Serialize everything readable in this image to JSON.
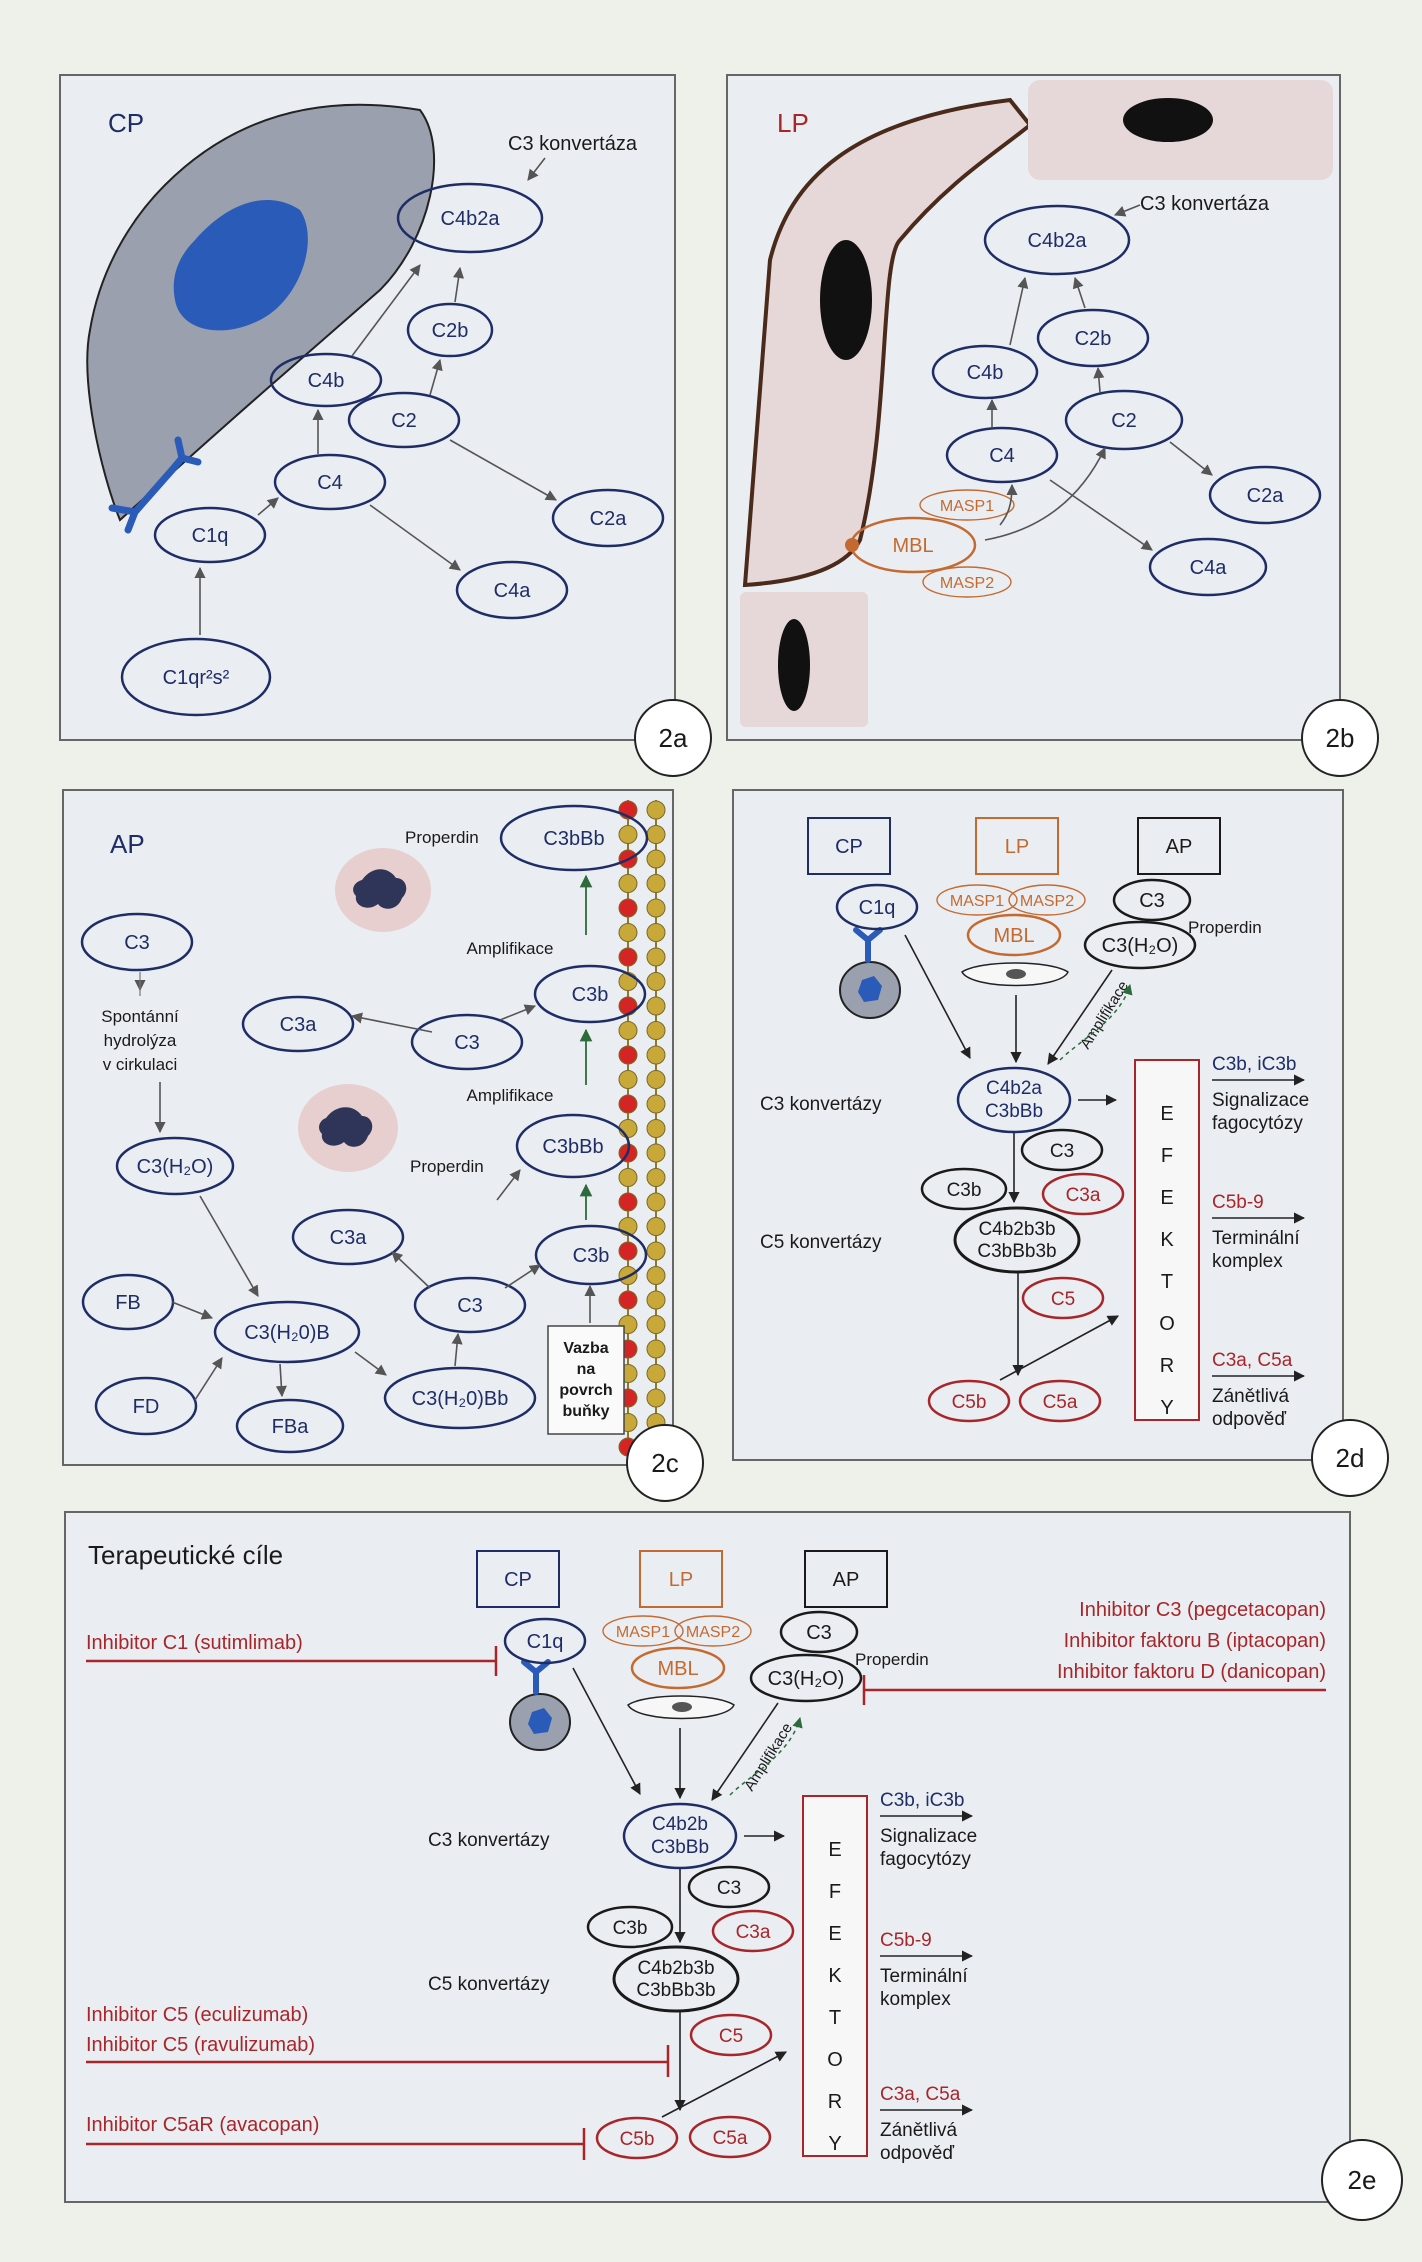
{
  "colors": {
    "navy": "#1f2d66",
    "red": "#a8262a",
    "orange": "#c46a30",
    "blue": "#2a5bb8",
    "cell": "#e6d8d8",
    "cell_grey": "#9aa0ae",
    "green": "#2e6b3a",
    "gray_line": "#555555"
  },
  "panel_2a": {
    "title": "CP",
    "number": "2a",
    "convertase_label": "C3 konvertáza",
    "nodes": {
      "c4b2a": "C4b2a",
      "c2b": "C2b",
      "c4b": "C4b",
      "c2": "C2",
      "c4": "C4",
      "c1q": "C1q",
      "c2a": "C2a",
      "c4a": "C4a",
      "c1qrs": "C1qr²s²"
    }
  },
  "panel_2b": {
    "title": "LP",
    "number": "2b",
    "convertase_label": "C3 konvertáza",
    "nodes": {
      "c4b2a": "C4b2a",
      "c4b": "C4b",
      "c2b": "C2b",
      "c4": "C4",
      "c2": "C2",
      "masp1": "MASP1",
      "mbl": "MBL",
      "masp2": "MASP2",
      "c2a": "C2a",
      "c4a": "C4a"
    }
  },
  "panel_2c": {
    "title": "AP",
    "number": "2c",
    "nodes": {
      "c3_top": "C3",
      "spontaneous": [
        "Spontánní",
        "hydrolýza",
        "v cirkulaci"
      ],
      "c3h2o": "C3(H₂O)",
      "fb": "FB",
      "fd": "FD",
      "c3h2ob": "C3(H₂0)B",
      "fba": "FBa",
      "c3h2obb": "C3(H₂0)Bb",
      "c3_mid": "C3",
      "c3a_lower": "C3a",
      "c3b_lower": "C3b",
      "c3bbb_mid": "C3bBb",
      "c3_upper": "C3",
      "c3a_upper": "C3a",
      "c3b_upper": "C3b",
      "c3bbb_top": "C3bBb",
      "amplifikace": "Amplifikace",
      "properdin": "Properdin",
      "binding": [
        "Vazba",
        "na",
        "povrch",
        "buňky"
      ]
    }
  },
  "panel_2d": {
    "number": "2d",
    "boxes": {
      "cp": "CP",
      "lp": "LP",
      "ap": "AP"
    },
    "nodes": {
      "c1q": "C1q",
      "masp1": "MASP1",
      "masp2": "MASP2",
      "mbl": "MBL",
      "c3": "C3",
      "c3h2o": "C3(H₂O)",
      "properdin": "Properdin",
      "amplifikace": "Amplifikace",
      "c3_conv_label": "C3 konvertázy",
      "c3_conv": [
        "C4b2a",
        "C3bBb"
      ],
      "c3_small": "C3",
      "c3b": "C3b",
      "c3a": "C3a",
      "c5_conv_label": "C5 konvertázy",
      "c5_conv": [
        "C4b2b3b",
        "C3bBb3b"
      ],
      "c5": "C5",
      "c5b": "C5b",
      "c5a": "C5a",
      "effectors": [
        "E",
        "F",
        "E",
        "K",
        "T",
        "O",
        "R",
        "Y"
      ]
    },
    "outputs": [
      {
        "title": "C3b, iC3b",
        "lines": [
          "Signalizace",
          "fagocytózy"
        ],
        "title_color": "navy"
      },
      {
        "title": "C5b-9",
        "lines": [
          "Terminální",
          "komplex"
        ],
        "title_color": "red"
      },
      {
        "title": "C3a, C5a",
        "lines": [
          "Zánětlivá",
          "odpověď"
        ],
        "title_color": "red"
      }
    ]
  },
  "panel_2e": {
    "title": "Terapeutické cíle",
    "number": "2e",
    "boxes": {
      "cp": "CP",
      "lp": "LP",
      "ap": "AP"
    },
    "nodes": {
      "c1q": "C1q",
      "masp1": "MASP1",
      "masp2": "MASP2",
      "mbl": "MBL",
      "c3": "C3",
      "c3h2o": "C3(H₂O)",
      "properdin": "Properdin",
      "amplifikace": "Amplifikace",
      "c3_conv_label": "C3 konvertázy",
      "c3_conv": [
        "C4b2b",
        "C3bBb"
      ],
      "c3_small": "C3",
      "c3b": "C3b",
      "c3a": "C3a",
      "c5_conv_label": "C5 konvertázy",
      "c5_conv": [
        "C4b2b3b",
        "C3bBb3b"
      ],
      "c5": "C5",
      "c5b": "C5b",
      "c5a": "C5a",
      "effectors": [
        "E",
        "F",
        "E",
        "K",
        "T",
        "O",
        "R",
        "Y"
      ]
    },
    "inhibitors": {
      "c1": "Inhibitor C1 (sutimlimab)",
      "c3": "Inhibitor C3 (pegcetacopan)",
      "fb": "Inhibitor faktoru B (iptacopan)",
      "fd": "Inhibitor faktoru D (danicopan)",
      "c5a": "Inhibitor C5 (eculizumab)",
      "c5b": "Inhibitor C5 (ravulizumab)",
      "c5ar": "Inhibitor C5aR (avacopan)"
    },
    "outputs": [
      {
        "title": "C3b, iC3b",
        "lines": [
          "Signalizace",
          "fagocytózy"
        ],
        "title_color": "navy"
      },
      {
        "title": "C5b-9",
        "lines": [
          "Terminální",
          "komplex"
        ],
        "title_color": "red"
      },
      {
        "title": "C3a, C5a",
        "lines": [
          "Zánětlivá",
          "odpověď"
        ],
        "title_color": "red"
      }
    ]
  }
}
